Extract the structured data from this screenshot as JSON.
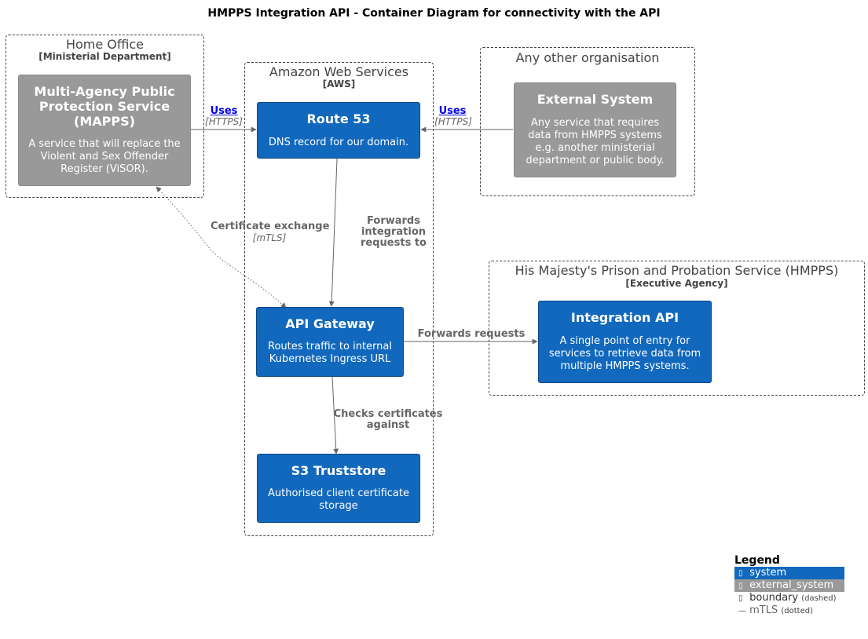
{
  "title": "HMPPS Integration API - Container Diagram for connectivity with the API",
  "boundaries": {
    "home_office": {
      "title": "Home Office",
      "subtitle": "[Ministerial Department]"
    },
    "aws": {
      "title": "Amazon Web Services",
      "subtitle": "[AWS]"
    },
    "other_org": {
      "title": "Any other organisation"
    },
    "hmpps": {
      "title": "His Majesty's Prison and Probation Service (HMPPS)",
      "subtitle": "[Executive Agency]"
    }
  },
  "nodes": {
    "mapps": {
      "title": "Multi-Agency Public Protection Service (MAPPS)",
      "desc": "A service that will replace the Violent and Sex Offender Register (ViSOR)."
    },
    "route53": {
      "title": "Route 53",
      "desc": "DNS record for our domain."
    },
    "external": {
      "title": "External System",
      "desc": "Any service that requires data from HMPPS systems e.g. another ministerial department or public body."
    },
    "gateway": {
      "title": "API Gateway",
      "desc": "Routes traffic to internal Kubernetes Ingress URL"
    },
    "s3": {
      "title": "S3 Truststore",
      "desc": "Authorised client certificate storage"
    },
    "integration": {
      "title": "Integration API",
      "desc": "A single point of entry for services to retrieve data from multiple HMPPS systems."
    }
  },
  "edges": {
    "mapps_route": {
      "label": "Uses",
      "tech": "[HTTPS]"
    },
    "ext_route": {
      "label": "Uses",
      "tech": "[HTTPS]"
    },
    "route_gateway": {
      "label": "Forwards integration requests to"
    },
    "cert": {
      "label": "Certificate exchange",
      "tech": "[mTLS]"
    },
    "gateway_integration": {
      "label": "Forwards requests"
    },
    "gateway_s3": {
      "label": "Checks certificates against"
    }
  },
  "legend": {
    "title": "Legend",
    "system": "system",
    "external_system": "external_system",
    "boundary": "boundary",
    "boundary_note": "(dashed)",
    "mtls": "mTLS",
    "mtls_note": "(dotted)"
  },
  "colors": {
    "system": "#1168BD",
    "external_system": "#999999",
    "line": "#666666"
  }
}
